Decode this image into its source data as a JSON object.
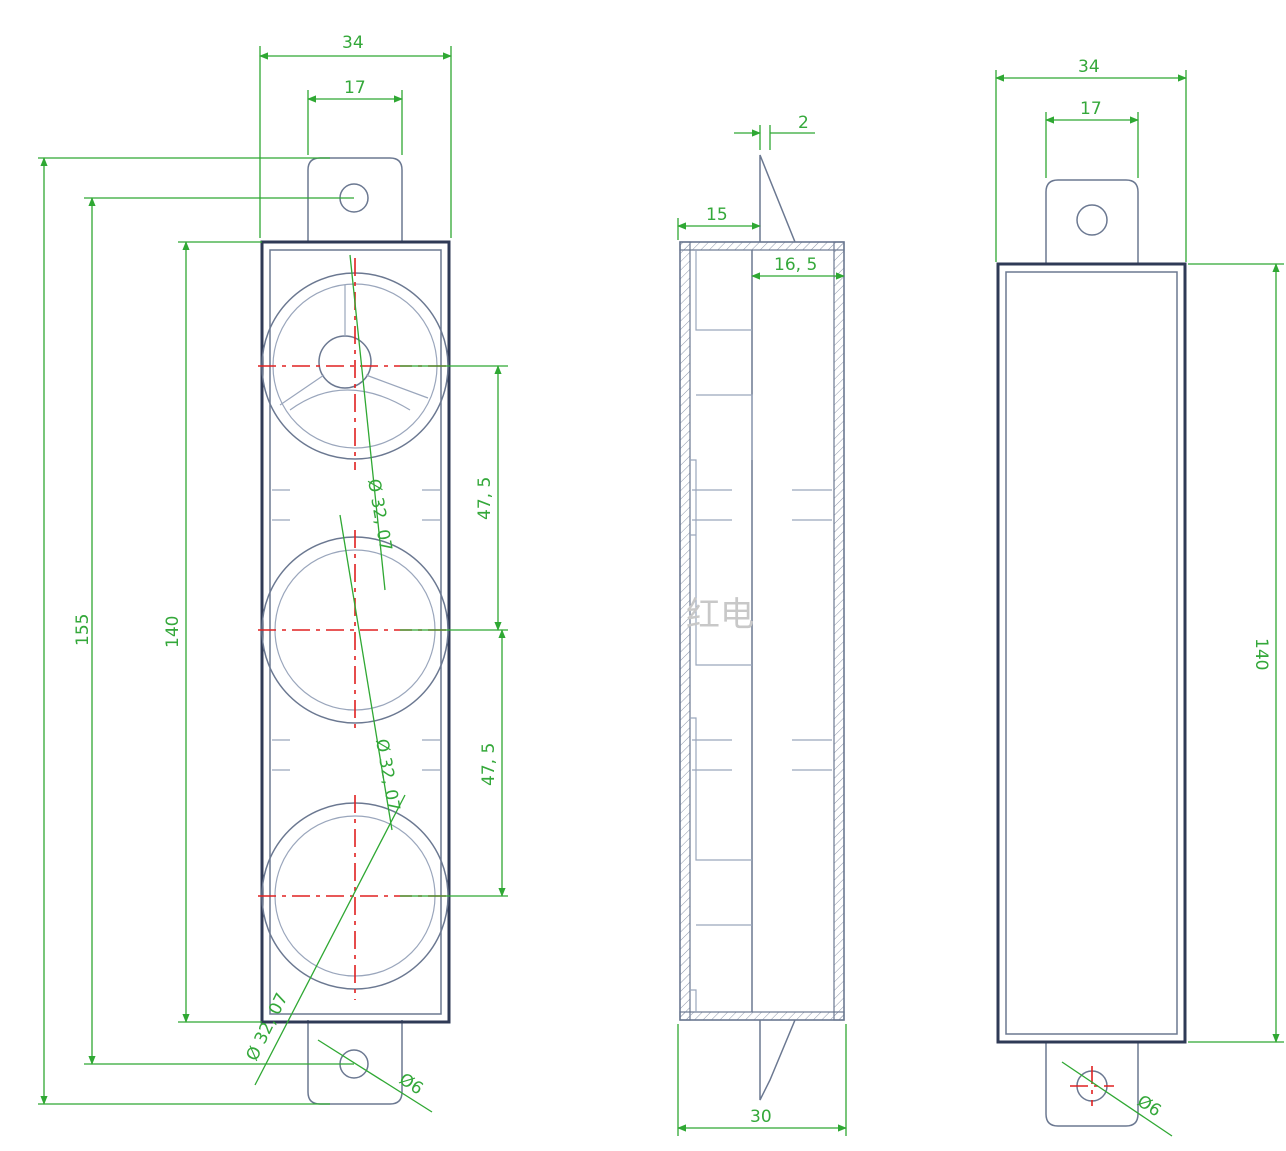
{
  "colors": {
    "outline": "#2f3a56",
    "dimension": "#2fa833",
    "centerline": "#e02020",
    "background": "#ffffff"
  },
  "front_view": {
    "width_total": "34",
    "tab_width": "17",
    "overall_length": "155",
    "body_length": "140",
    "spacing_top": "47, 5",
    "spacing_bottom": "47, 5",
    "hole_dia_1": "Ø 32, 07",
    "hole_dia_2": "Ø 32, 07",
    "hole_dia_3": "Ø 32, 07",
    "mount_hole": "Ø6"
  },
  "side_view": {
    "thickness": "2",
    "depth_left": "15",
    "depth_right": "16, 5",
    "total_depth": "30",
    "watermark": "红电"
  },
  "back_view": {
    "width_total": "34",
    "tab_width": "17",
    "body_length": "140",
    "mount_hole": "Ø6"
  }
}
